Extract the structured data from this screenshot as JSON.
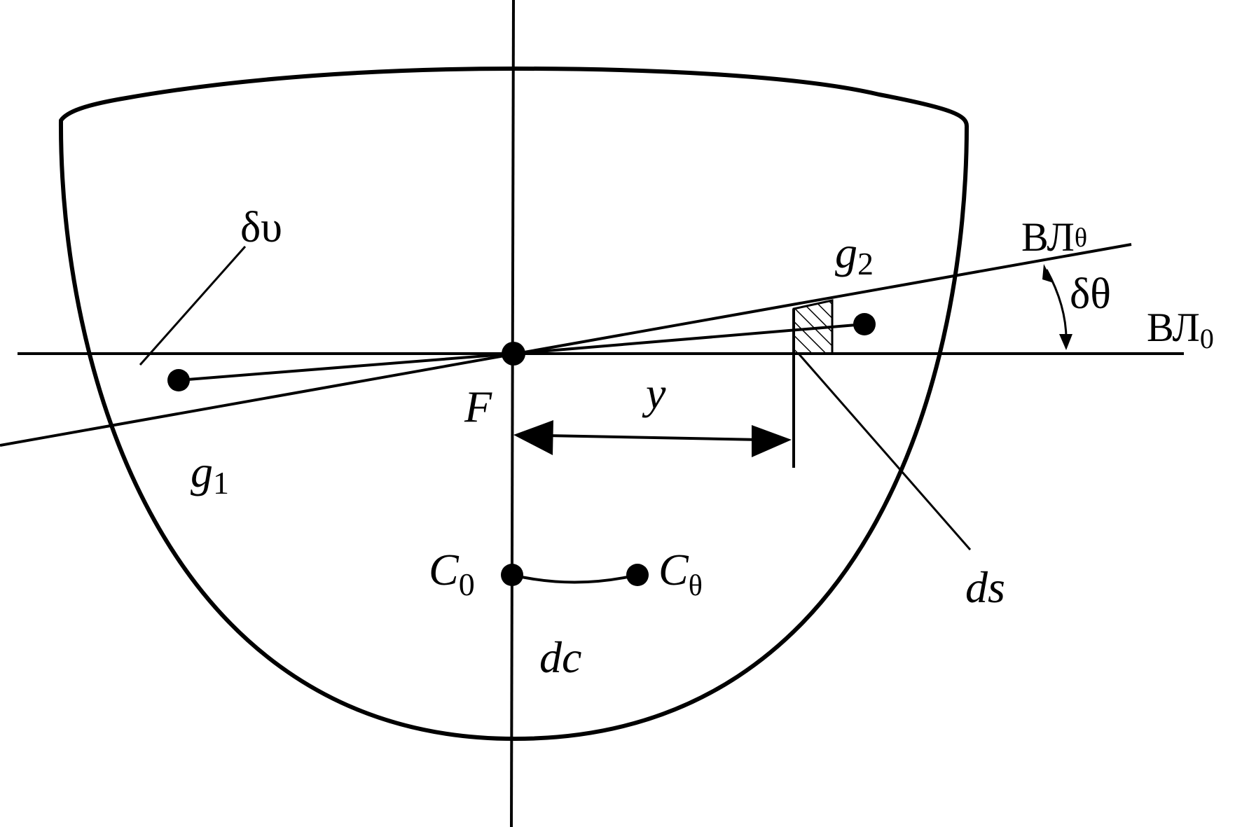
{
  "labels": {
    "delta_upsilon": "δυ",
    "waterline_theta_main": "ВЛ",
    "waterline_theta_sub": "θ",
    "waterline_0_main": "ВЛ",
    "waterline_0_sub": "0",
    "delta_theta": "δθ",
    "g1_main": "g",
    "g1_sub": "1",
    "g2_main": "g",
    "g2_sub": "2",
    "F": "F",
    "y": "y",
    "C0_main": "C",
    "C0_sub": "0",
    "Ctheta_main": "C",
    "Ctheta_sub": "θ",
    "dc": "dc",
    "ds": "ds"
  },
  "colors": {
    "ink": "#000000",
    "background": "#ffffff"
  }
}
